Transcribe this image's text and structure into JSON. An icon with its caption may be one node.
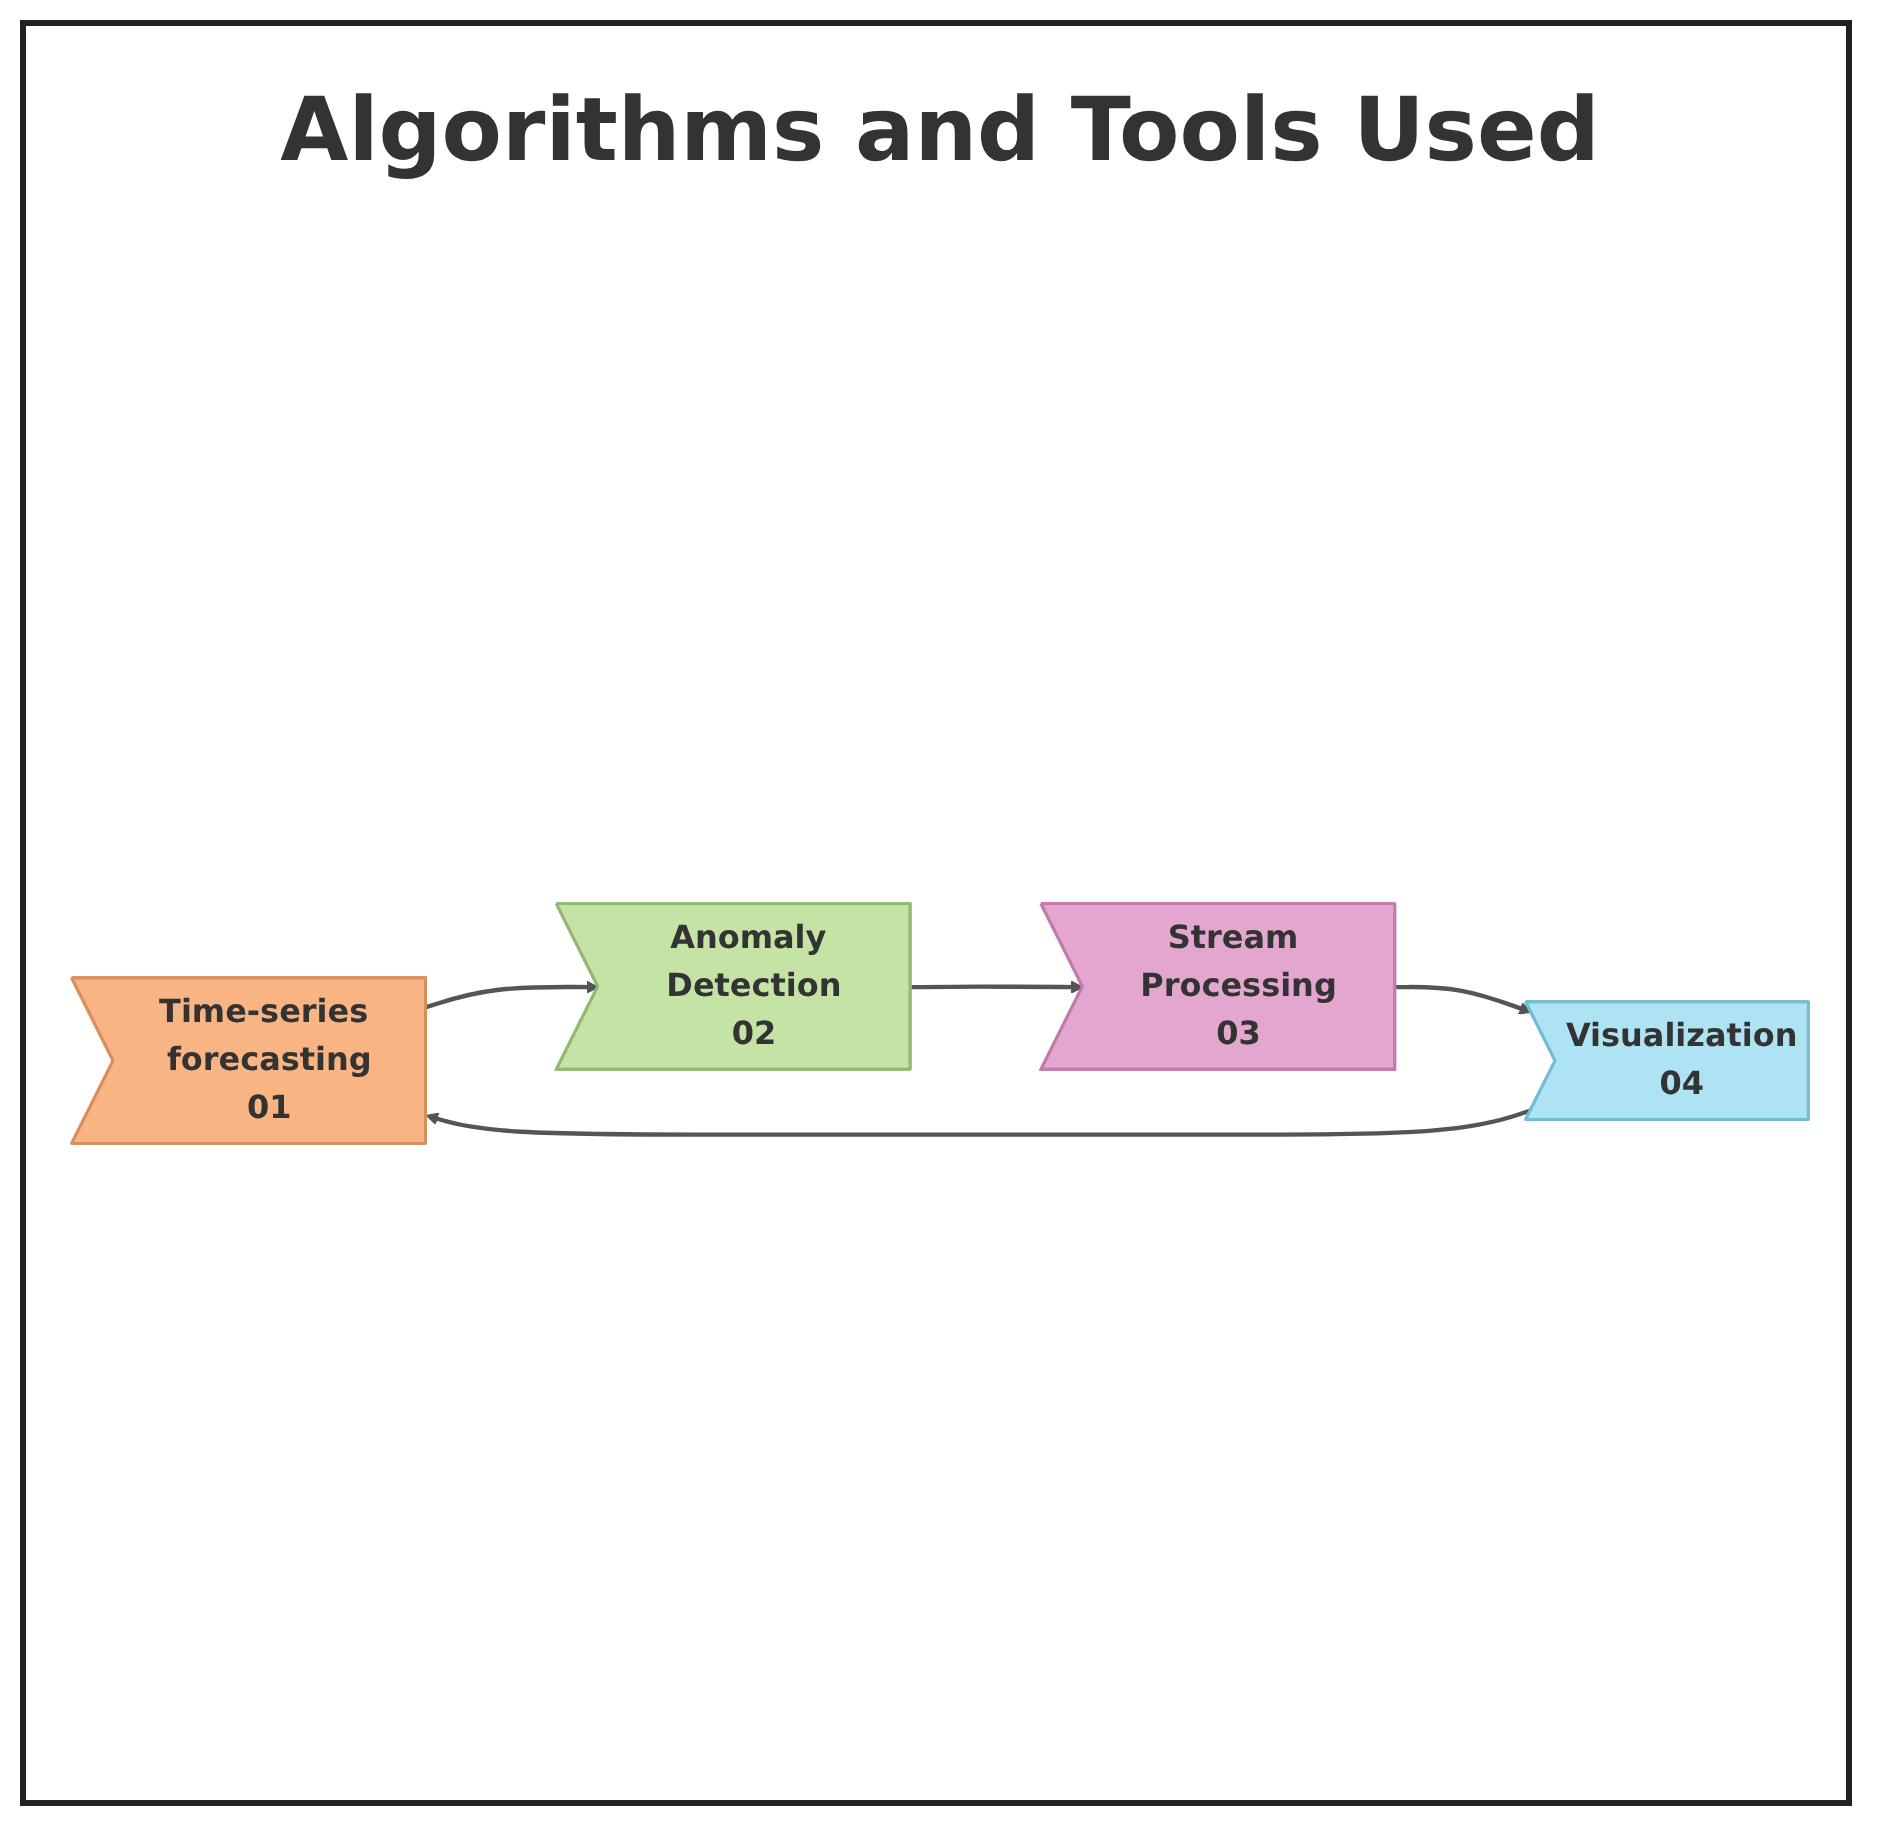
{
  "diagram": {
    "title": "Algorithms and Tools Used",
    "nodes": [
      {
        "text": [
          "Time-series forecasting",
          "01"
        ]
      },
      {
        "text": [
          "Anomaly Detection",
          "02"
        ]
      },
      {
        "text": [
          "Stream Processing",
          "03"
        ]
      },
      {
        "text": [
          "Visualization",
          "04"
        ]
      }
    ],
    "edges": [
      {
        "from": 0,
        "to": 1,
        "arrow": "to"
      },
      {
        "from": 1,
        "to": 2,
        "arrow": "to"
      },
      {
        "from": 2,
        "to": 3,
        "arrow": "to"
      },
      {
        "from": 3,
        "to": 0,
        "arrow": "to"
      }
    ]
  }
}
